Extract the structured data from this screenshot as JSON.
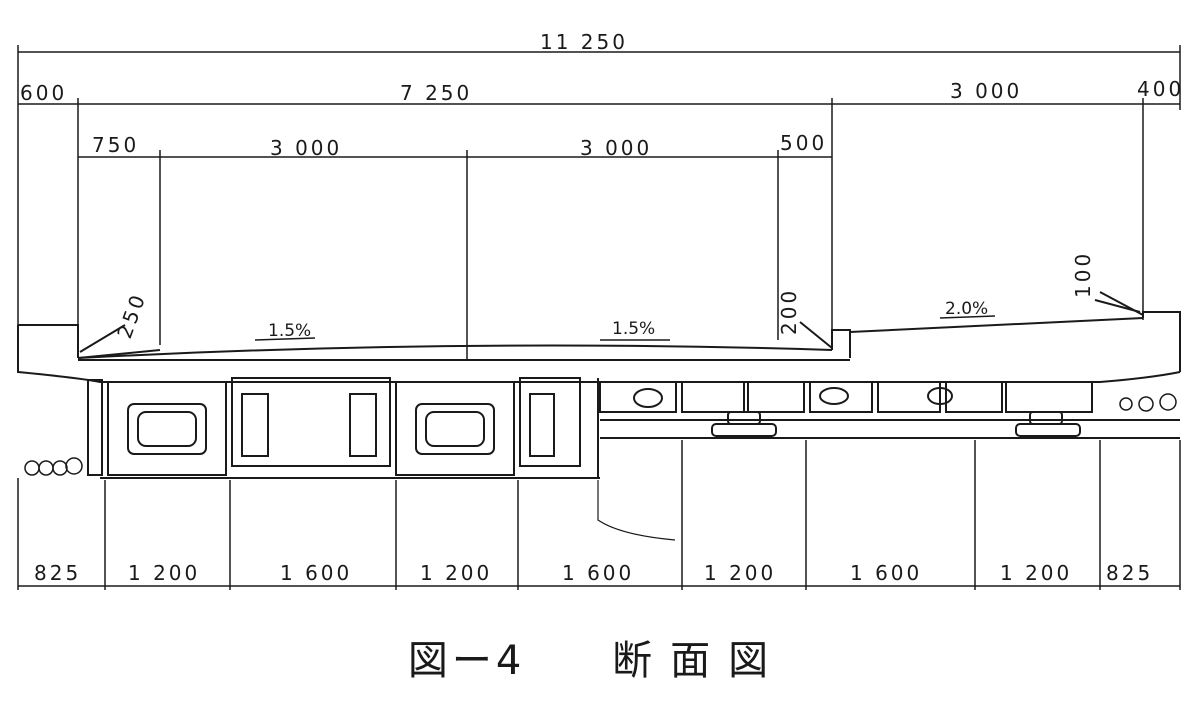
{
  "dimensions_top": {
    "overall": "11 250",
    "left_overhang": "600",
    "main_span": "7 250",
    "right_span": "3 000",
    "right_overhang": "400"
  },
  "dimensions_lanes": {
    "left_margin": "750",
    "lane_1": "3 000",
    "lane_2": "3 000",
    "right_margin": "500"
  },
  "heights": {
    "left_curb": "250",
    "center_curb": "200",
    "right_curb": "100"
  },
  "slopes": {
    "left": "1.5%",
    "center": "1.5%",
    "right": "2.0%"
  },
  "dimensions_bottom": [
    "825",
    "1 200",
    "1 600",
    "1 200",
    "1 600",
    "1 200",
    "1 600",
    "1 200",
    "825"
  ],
  "caption": {
    "figure_number": "図ー4",
    "title": "断面図"
  }
}
